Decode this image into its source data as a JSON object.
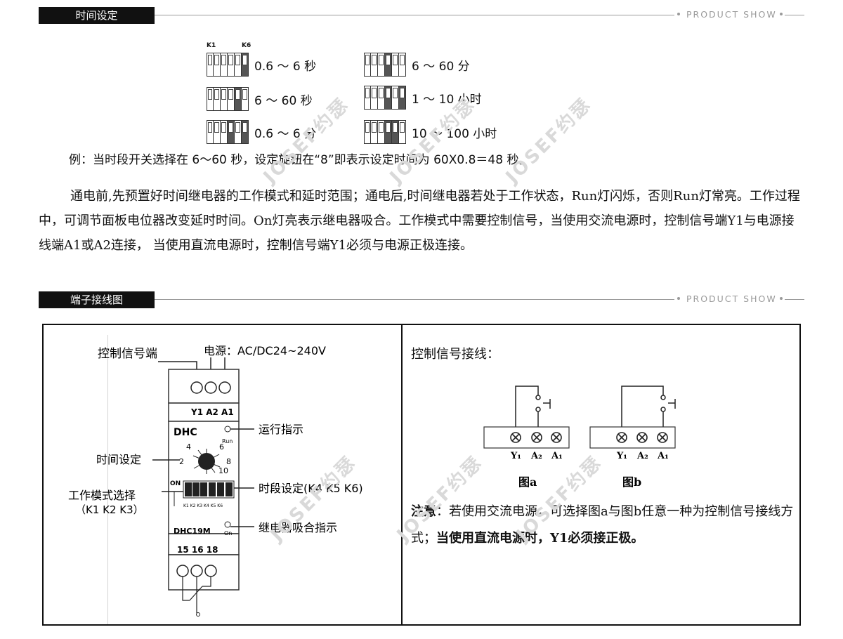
{
  "header_time": {
    "label": "时间设定",
    "tag": "PRODUCT SHOW"
  },
  "header_wiring": {
    "label": "端子接线图",
    "tag": "PRODUCT SHOW"
  },
  "dip": {
    "k1": "K1",
    "k6": "K6",
    "ranges": [
      "0.6 ～ 6 秒",
      "6 ～ 60 秒",
      "0.6 ～ 6 分",
      "6 ～ 60 分",
      "1 ～ 10 小时",
      "10 ～ 100 小时"
    ]
  },
  "example": "例：当时段开关选择在 6～60 秒，设定旋钮在“8”即表示设定时间为 60X0.8＝48 秒。",
  "paragraph": "通电前,先预置好时间继电器的工作模式和延时范围；通电后,时间继电器若处于工作状态，Run灯闪烁，否则Run灯常亮。工作过程中，可调节面板电位器改变延时时间。On灯亮表示继电器吸合。工作模式中需要控制信号，当使用交流电源时，控制信号端Y1与电源接线端A1或A2连接， 当使用直流电源时，控制信号端Y1必须与电源正极连接。",
  "diagram": {
    "ctrl_signal": "控制信号端",
    "power": "电源：AC/DC24~240V",
    "top_terminals": "Y1  A2  A1",
    "model_short": "DHC",
    "run": "Run",
    "run_indicator": "运行指示",
    "dial_4": "4",
    "dial_6": "6",
    "dial_2": "2",
    "dial_8": "8",
    "dial_10": "10",
    "time_setting": "时间设定",
    "on_label": "ON",
    "dip_labels": "K1 K2 K3 K4 K5 K6",
    "mode_select": "工作模式选择",
    "mode_keys": "（K1  K2  K3）",
    "period_setting": "时段设定(K4  K5  K6)",
    "model_full": "DHC19M",
    "on_small": "On",
    "relay_indicator": "继电器吸合指示",
    "bottom_terminals": "15  16  18"
  },
  "right": {
    "title": "控制信号接线：",
    "fig_a": "图a",
    "fig_b": "图b",
    "terminal_labels": [
      "Y₁",
      "A₂",
      "A₁"
    ],
    "note_label": "注意",
    "note_part1": "：若使用交流电源，可选择图a与图b任意一种为控制信号接线方式；",
    "note_part2": "当使用直流电源时，Y1必须接正极。"
  },
  "watermark": "JOSEF约瑟"
}
